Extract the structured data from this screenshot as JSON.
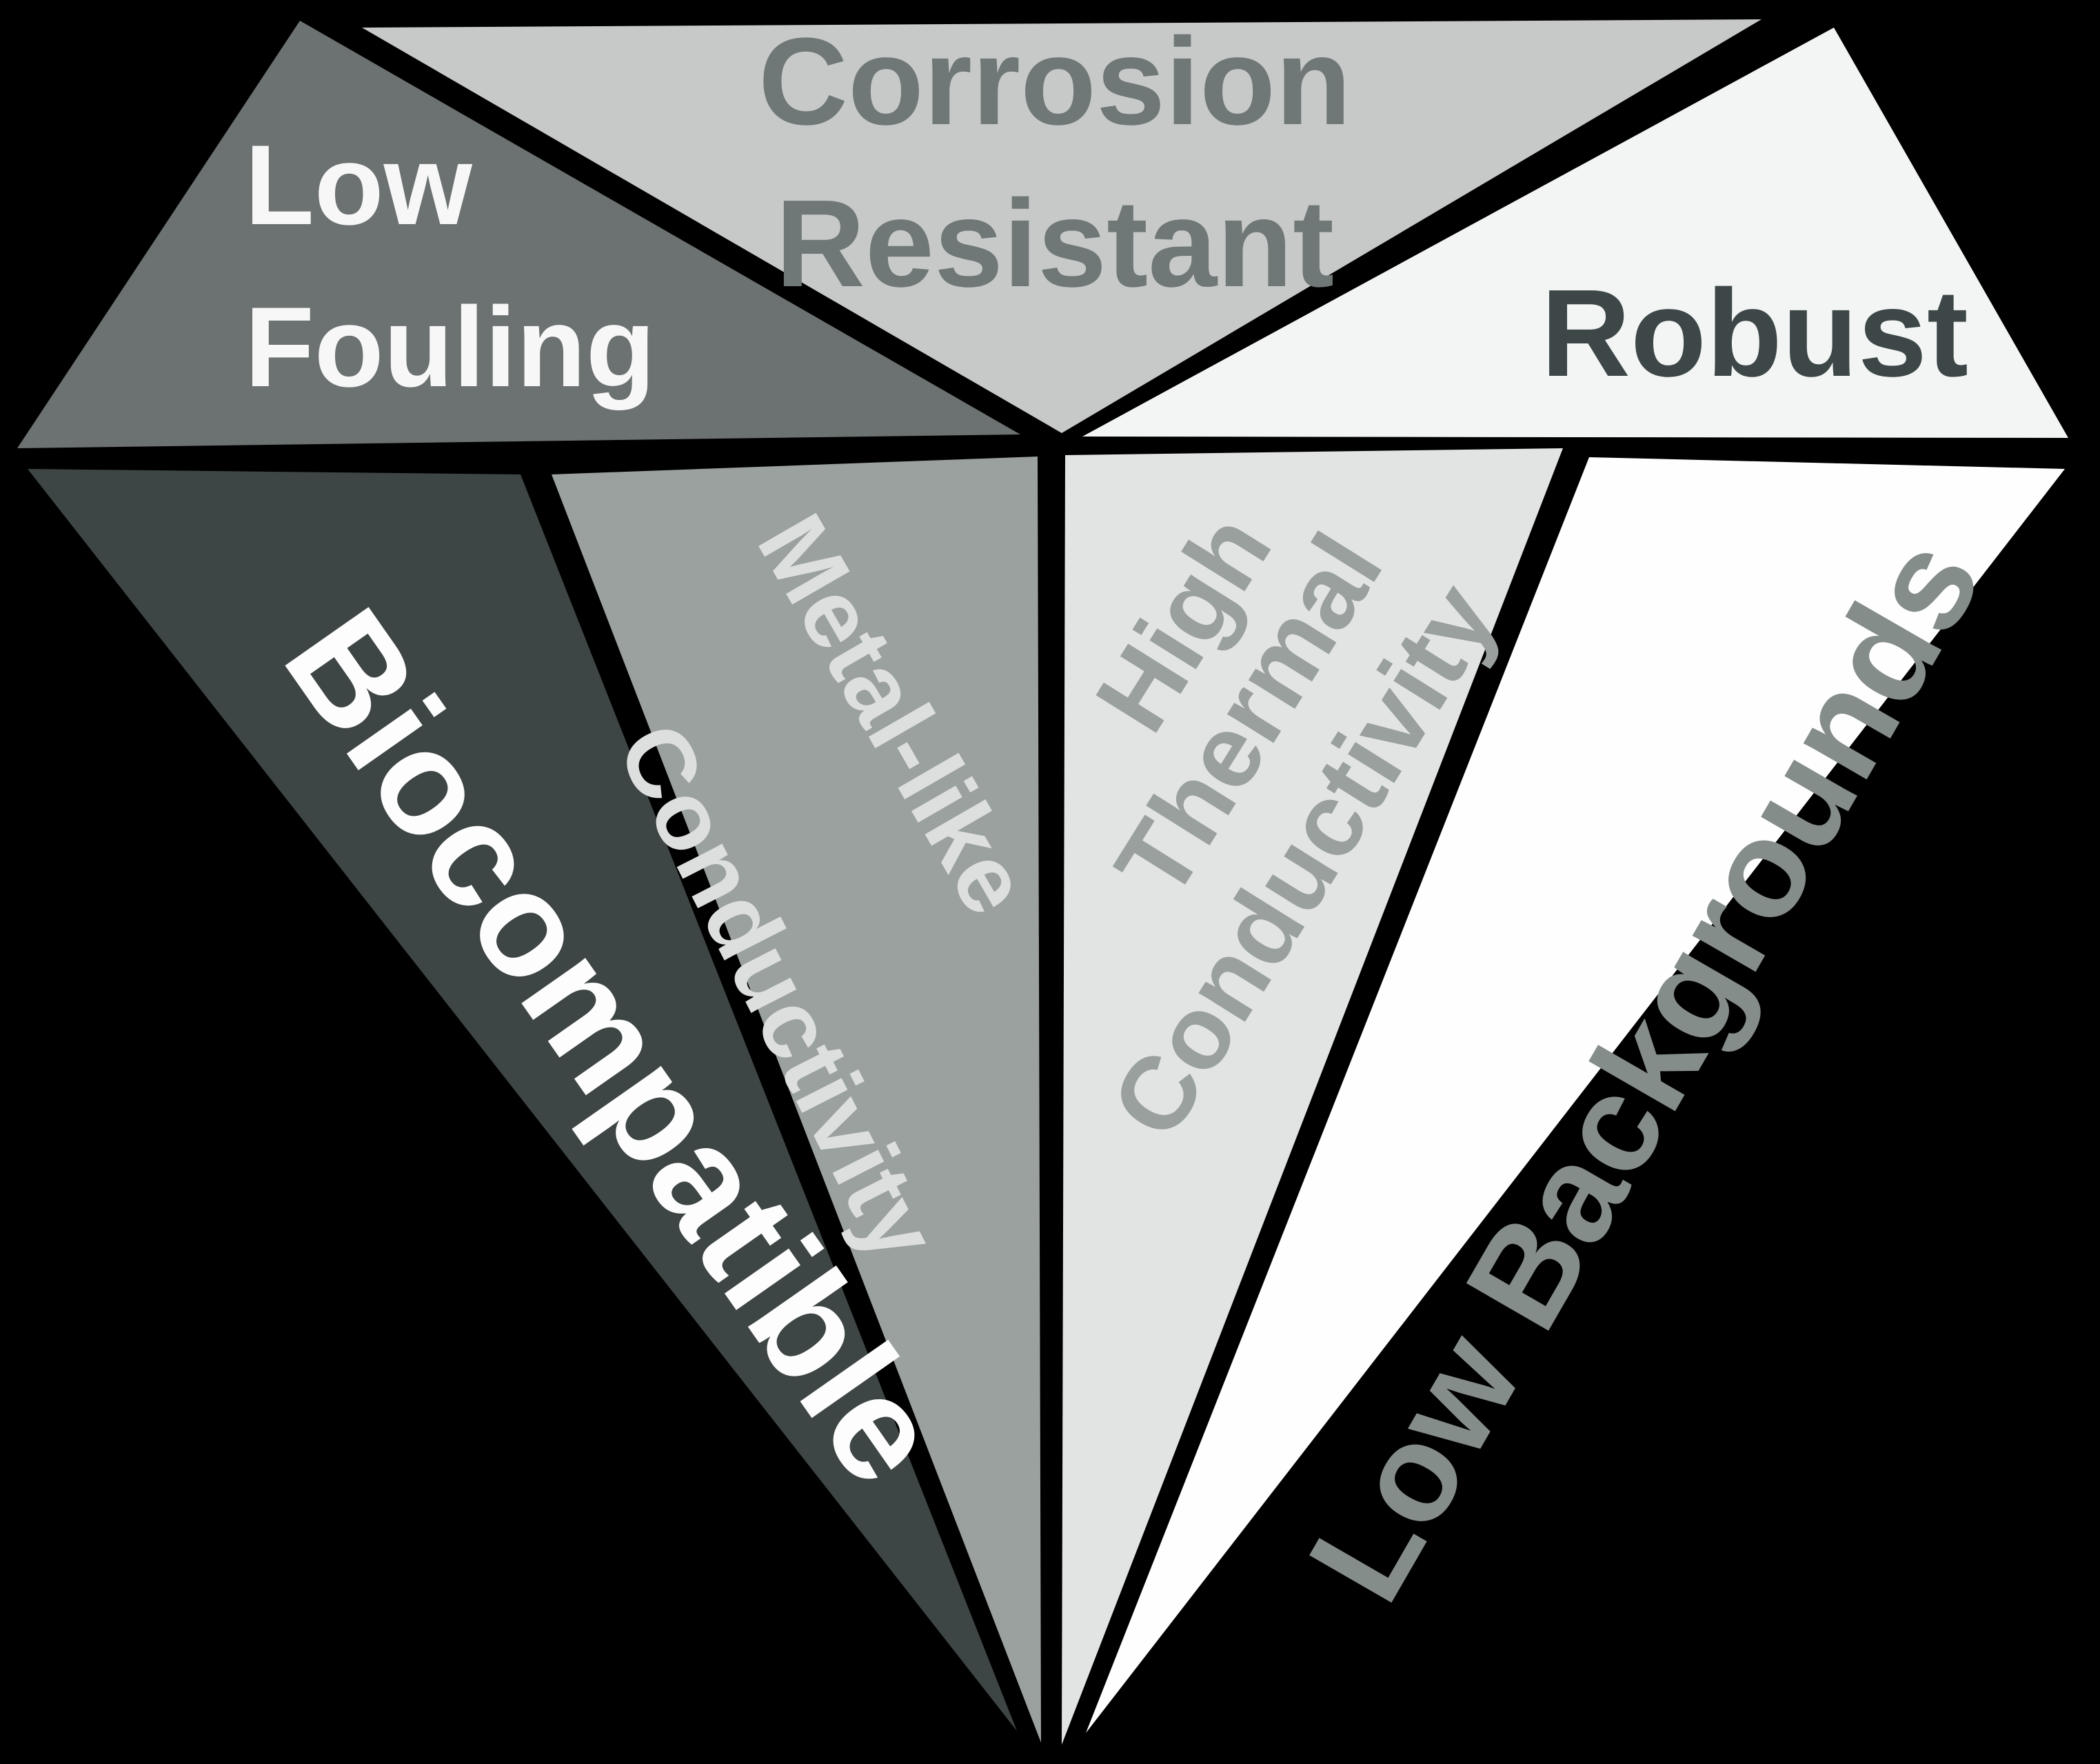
{
  "canvas": {
    "background_color": "#000000",
    "description_shape": "brilliant-cut diamond split into labeled facets"
  },
  "facets": {
    "low_fouling": {
      "label_lines": [
        "Low",
        "Fouling"
      ],
      "color": "#6c7271",
      "text_color": "#f6f7f6"
    },
    "corrosion_resistant": {
      "label_lines": [
        "Corrosion",
        "Resistant"
      ],
      "color": "#c7c9c8",
      "text_color": "#6f7877"
    },
    "robust": {
      "label_lines": [
        "Robust"
      ],
      "color": "#f3f4f4",
      "text_color": "#3d4747"
    },
    "biocompatible": {
      "label_lines": [
        "Biocompatible"
      ],
      "color": "#3e4545",
      "text_color": "#fcfdfc"
    },
    "metal_like_conductivity": {
      "label_lines": [
        "Metal-like",
        "Conductivity"
      ],
      "color": "#9ba19f",
      "text_color": "#dddfde"
    },
    "high_thermal_conductivity": {
      "label_lines": [
        "High",
        "Thermal",
        "Conductivity"
      ],
      "color": "#e2e4e3",
      "text_color": "#9aa09e"
    },
    "low_backgrounds": {
      "label_lines": [
        "Low Backgrounds"
      ],
      "color": "#fdfefd",
      "text_color": "#858d8b"
    }
  }
}
